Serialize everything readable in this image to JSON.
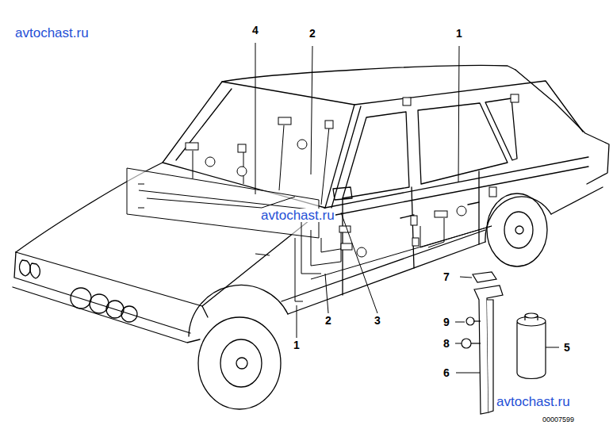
{
  "diagram": {
    "labels": [
      "avtochast.ru",
      "4",
      "2",
      "1",
      "avtochast.ru",
      "7",
      "9",
      "8",
      "5",
      "6",
      "1",
      "2",
      "3",
      "avtochast.ru",
      "00007599"
    ]
  }
}
